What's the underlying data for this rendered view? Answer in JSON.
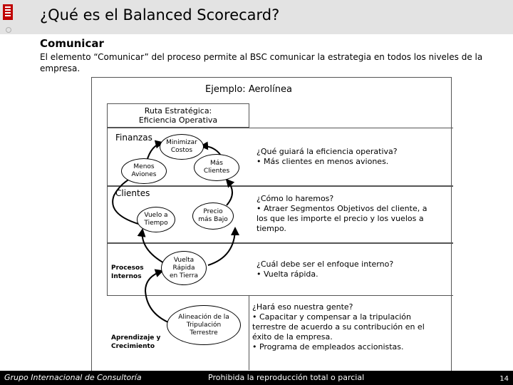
{
  "slide": {
    "title": "¿Qué es el Balanced Scorecard?",
    "heading": "Comunicar",
    "intro": "El elemento “Comunicar” del proceso permite al BSC comunicar la estrategia en todos los niveles de la empresa."
  },
  "diagram": {
    "example_title": "Ejemplo: Aerolínea",
    "route_line1": "Ruta Estratégica:",
    "route_line2": "Eficiencia Operativa",
    "perspectives": {
      "finance": "Finanzas",
      "clients": "Clientes",
      "process_l1": "Procesos",
      "process_l2": "Internos",
      "learning_l1": "Aprendizaje y",
      "learning_l2": "Crecimiento"
    },
    "nodes": {
      "min_costs_l1": "Minimizar",
      "min_costs_l2": "Costos",
      "fewer_planes_l1": "Menos",
      "fewer_planes_l2": "Aviones",
      "more_clients_l1": "Más",
      "more_clients_l2": "Clientes",
      "on_time_l1": "Vuelo a",
      "on_time_l2": "Tiempo",
      "low_price_l1": "Precio",
      "low_price_l2": "más Bajo",
      "fast_turn_l1": "Vuelta",
      "fast_turn_l2": "Rápida",
      "fast_turn_l3": "en Tierra",
      "crew_l1": "Alineación de la",
      "crew_l2": "Tripulación",
      "crew_l3": "Terrestre"
    },
    "questions": {
      "finance": [
        "¿Qué guiará la eficiencia operativa?",
        "• Más clientes en menos aviones."
      ],
      "clients": [
        "¿Cómo lo haremos?",
        "• Atraer Segmentos Objetivos del cliente, a",
        "los que les importe el precio y los vuelos a",
        "tiempo."
      ],
      "process": [
        "¿Cuál debe ser el enfoque interno?",
        "• Vuelta rápida."
      ],
      "learning": [
        "¿Hará eso nuestra gente?",
        "• Capacitar y compensar a la tripulación",
        "terrestre de acuerdo a su contribución en el",
        "éxito de la empresa.",
        "• Programa de empleados accionistas."
      ]
    }
  },
  "footer": {
    "company": "Grupo Internacional de Consultoría",
    "notice": "Prohibida la reproducción total o parcial",
    "page": "14"
  },
  "colors": {
    "title_bar": "#e3e3e3",
    "logo": "#c00000",
    "footer_bar": "#000000"
  }
}
